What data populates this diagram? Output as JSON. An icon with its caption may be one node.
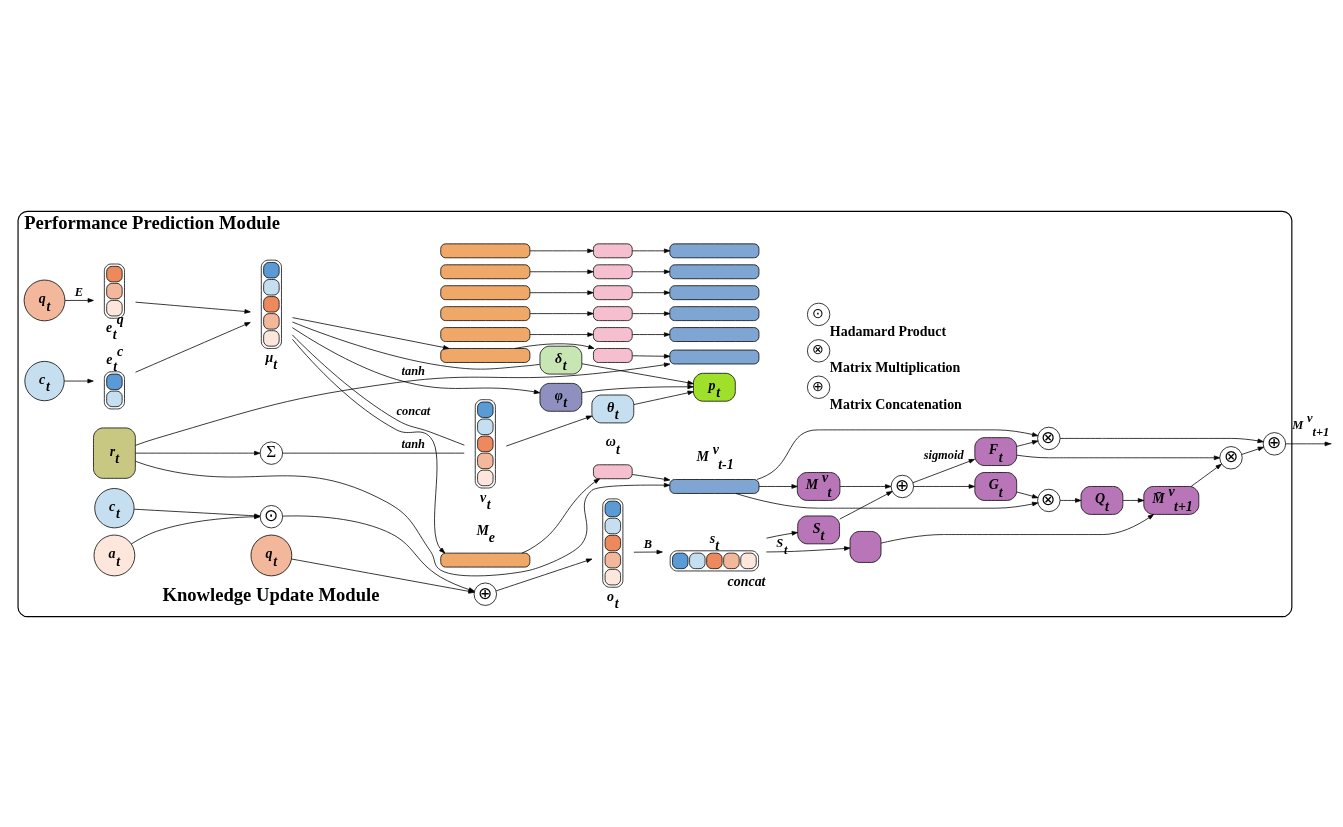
{
  "diagram": {
    "nodes": [
      {
        "text": [
          "Performance Prediction Module",
          "Knowledge Update Module"
        ]
      },
      {
        "text": [
          "c$_{t}$"
        ],
        "in": 0
      },
      {
        "text": [
          "e$_{t}$$^{c}$"
        ],
        "in": 0
      },
      {
        "text": [
          "q$_{t}$"
        ],
        "in": 0
      },
      {
        "text": [
          "e$_{t}$$^{q}$"
        ],
        "in": 0
      },
      {
        "text": [
          "μ$_{t}$"
        ],
        "in": 0
      },
      {
        "text": [],
        "shape": "box",
        "in": 0
      },
      {
        "text": [],
        "shape": "box",
        "in": 0
      },
      {
        "text": [],
        "shape": "box",
        "in": 0
      },
      {
        "text": [],
        "shape": "box",
        "in": 0
      },
      {
        "text": [],
        "shape": "box",
        "in": 0
      },
      {
        "text": [],
        "shape": "box",
        "in": 0
      },
      {
        "text": [],
        "shape": "box",
        "beside": [
          "M$_{e}$"
        ],
        "in": 0
      },
      {
        "text": [],
        "shape": "box",
        "in": 0
      },
      {
        "text": [],
        "shape": "box",
        "in": 0
      },
      {
        "text": [],
        "shape": "box",
        "in": 0
      },
      {
        "text": [],
        "shape": "box",
        "in": 0
      },
      {
        "text": [],
        "shape": "box",
        "in": 0
      },
      {
        "text": [],
        "shape": "box",
        "in": 0
      },
      {
        "text": [],
        "shape": "box",
        "beside": [
          "ω$_{t}$"
        ],
        "in": 0
      },
      {
        "text": [],
        "shape": "box",
        "in": 0
      },
      {
        "text": [],
        "shape": "box",
        "in": 0
      },
      {
        "text": [],
        "shape": "box",
        "in": 0
      },
      {
        "text": [],
        "shape": "box",
        "in": 0
      },
      {
        "text": [],
        "shape": "box",
        "in": 0
      },
      {
        "text": [],
        "shape": "box",
        "in": 0
      },
      {
        "text": [],
        "shape": "box",
        "beside": [
          "M $^{v}$$_{t-1}$"
        ],
        "in": 0
      },
      {
        "text": [
          "r$_{t}$"
        ],
        "in": 0
      },
      {
        "text": [
          "Σ"
        ],
        "in": 0
      },
      {
        "text": [
          "v$_{t}$"
        ],
        "in": 0
      },
      {
        "text": [
          "θ$_{t}$"
        ],
        "in": 0
      },
      {
        "text": [
          "δ$_{t}$"
        ],
        "in": 0
      },
      {
        "text": [
          "φ$_{t}$"
        ],
        "in": 0
      },
      {
        "text": [
          "p$_{t}$"
        ],
        "in": 0
      },
      {
        "text": [
          "q$_{t}$"
        ],
        "in": 0
      },
      {
        "text": [
          "a$_{t}$"
        ],
        "in": 0
      },
      {
        "text": [
          "c$_{t}$"
        ],
        "in": 0
      },
      {
        "text": [
          "⊙"
        ],
        "in": 0
      },
      {
        "text": [
          "⊕"
        ],
        "in": 0
      },
      {
        "text": [
          "o$_{t}$"
        ],
        "in": 0
      },
      {
        "text": [
          "s$_{t}$"
        ],
        "beside": [
          "concat"
        ],
        "in": 0
      },
      {
        "text": [
          "S$_{t}$"
        ],
        "in": 0
      },
      {
        "text": [
          "⊕"
        ],
        "in": 0
      },
      {
        "text": [
          "M $^{v}$$_{t}$"
        ],
        "in": 0
      },
      {
        "text": [
          "⊗"
        ],
        "in": 0
      },
      {
        "text": [
          "G$_{t}$"
        ],
        "in": 0
      },
      {
        "text": [
          "F$_{t}$"
        ],
        "in": 0
      },
      {
        "text": [
          "⊗"
        ],
        "in": 0
      },
      {
        "text": [
          "Q$_{t}$"
        ],
        "in": 0
      },
      {
        "text": [],
        "shape": "box",
        "in": 0
      },
      {
        "text": [
          "M̄ $^{v}$$_{t+1}$"
        ],
        "in": 0
      },
      {
        "text": [
          "⊗"
        ],
        "in": 0
      },
      {
        "text": [
          "⊕"
        ],
        "in": 0
      },
      {
        "text": [
          "⊕"
        ],
        "beside": [
          "Matrix Concatenation"
        ],
        "in": 0
      },
      {
        "text": [
          "⊗"
        ],
        "beside": [
          "Matrix Multiplication"
        ],
        "in": 0
      },
      {
        "text": [
          "⊙"
        ],
        "beside": [
          "Hadamard Product"
        ],
        "in": 0
      }
    ],
    "edges": [
      {
        "from": 1,
        "to": 2,
        "arrow": "to"
      },
      {
        "from": 3,
        "to": 4,
        "arrow": "to",
        "label": "E"
      },
      {
        "from": 2,
        "to": 5,
        "arrow": "to"
      },
      {
        "from": 4,
        "to": 5,
        "arrow": "to"
      },
      {
        "from": 5,
        "to": 6,
        "arrow": "to"
      },
      {
        "from": 5,
        "to": 12,
        "arrow": "to"
      },
      {
        "from": 6,
        "to": 13,
        "arrow": "to"
      },
      {
        "from": 7,
        "to": 14,
        "arrow": "to"
      },
      {
        "from": 8,
        "to": 15,
        "arrow": "to"
      },
      {
        "from": 9,
        "to": 16,
        "arrow": "to"
      },
      {
        "from": 10,
        "to": 17,
        "arrow": "to"
      },
      {
        "from": 11,
        "to": 18,
        "arrow": "to"
      },
      {
        "from": 12,
        "to": 19,
        "arrow": "to"
      },
      {
        "from": 13,
        "to": 20,
        "arrow": "to"
      },
      {
        "from": 14,
        "to": 21,
        "arrow": "to"
      },
      {
        "from": 15,
        "to": 22,
        "arrow": "to"
      },
      {
        "from": 16,
        "to": 23,
        "arrow": "to"
      },
      {
        "from": 17,
        "to": 24,
        "arrow": "to"
      },
      {
        "from": 18,
        "to": 25,
        "arrow": "to"
      },
      {
        "from": 19,
        "to": 26,
        "arrow": "to"
      },
      {
        "from": 27,
        "to": 20,
        "arrow": "to"
      },
      {
        "from": 27,
        "to": 26,
        "arrow": "to"
      },
      {
        "from": 27,
        "to": 28,
        "arrow": "to"
      },
      {
        "from": 28,
        "to": 29,
        "arrow": "none",
        "label": "tanh"
      },
      {
        "from": 5,
        "to": 29,
        "arrow": "none",
        "label": "concat"
      },
      {
        "from": 5,
        "to": 32,
        "arrow": "to",
        "label": "tanh"
      },
      {
        "from": 29,
        "to": 30,
        "arrow": "to"
      },
      {
        "from": 5,
        "to": 31,
        "arrow": "none"
      },
      {
        "from": 30,
        "to": 33,
        "arrow": "to"
      },
      {
        "from": 31,
        "to": 33,
        "arrow": "to"
      },
      {
        "from": 32,
        "to": 33,
        "arrow": "to"
      },
      {
        "from": 34,
        "to": 38,
        "arrow": "to"
      },
      {
        "from": 35,
        "to": 37,
        "arrow": "to"
      },
      {
        "from": 36,
        "to": 37,
        "arrow": "to"
      },
      {
        "from": 37,
        "to": 38,
        "arrow": "to"
      },
      {
        "from": 38,
        "to": 39,
        "arrow": "to"
      },
      {
        "from": 39,
        "to": 40,
        "arrow": "to",
        "label": "B"
      },
      {
        "from": 40,
        "to": 41,
        "arrow": "to"
      },
      {
        "from": 40,
        "to": 49,
        "arrow": "to",
        "label": "S$_{t}$"
      },
      {
        "from": 26,
        "to": 43,
        "arrow": "to"
      },
      {
        "from": 26,
        "to": 44,
        "arrow": "to"
      },
      {
        "from": 26,
        "to": 47,
        "arrow": "to"
      },
      {
        "from": 41,
        "to": 42,
        "arrow": "to"
      },
      {
        "from": 43,
        "to": 42,
        "arrow": "to"
      },
      {
        "from": 42,
        "to": 45,
        "arrow": "to"
      },
      {
        "from": 42,
        "to": 46,
        "arrow": "to",
        "label": "sigmoid"
      },
      {
        "from": 45,
        "to": 44,
        "arrow": "to"
      },
      {
        "from": 46,
        "to": 47,
        "arrow": "to"
      },
      {
        "from": 46,
        "to": 51,
        "arrow": "to"
      },
      {
        "from": 44,
        "to": 48,
        "arrow": "to"
      },
      {
        "from": 48,
        "to": 50,
        "arrow": "to"
      },
      {
        "from": 49,
        "to": 50,
        "arrow": "to"
      },
      {
        "from": 50,
        "to": 51,
        "arrow": "to"
      },
      {
        "from": 51,
        "to": 52,
        "arrow": "to"
      },
      {
        "from": 47,
        "to": 52,
        "arrow": "to"
      },
      {
        "from": 52,
        "to": null,
        "arrow": "to",
        "label": "M $^{v}$$_{t+1}$"
      }
    ]
  }
}
